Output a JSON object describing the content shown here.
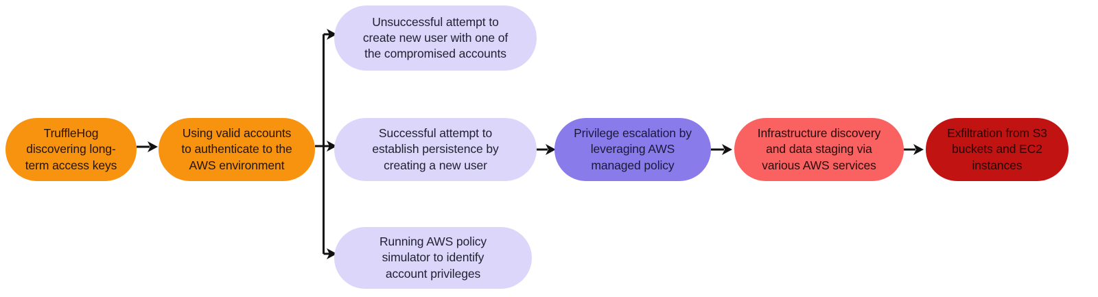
{
  "diagram": {
    "type": "attack-chain-flow",
    "title": "",
    "orientation": "left-to-right",
    "background_color": "#FFFFFF",
    "palette": {
      "orange": "#F7930E",
      "lavender": "#DCD6FB",
      "violet": "#8A7BEB",
      "salmon": "#FA6161",
      "dark_red": "#C21313",
      "arrow": "#111111"
    },
    "nodes": [
      {
        "id": "trufflehog",
        "label": "TruffleHog\ndiscovering long-\nterm access keys",
        "color": "#F7930E",
        "stage": 1
      },
      {
        "id": "valid-accounts",
        "label": "Using valid accounts\nto authenticate to the\nAWS environment",
        "color": "#F7930E",
        "stage": 2
      },
      {
        "id": "unsuccessful-user",
        "label": "Unsuccessful attempt to\ncreate new user with one of\nthe compromised accounts",
        "color": "#DCD6FB",
        "stage": 3,
        "branch": "top"
      },
      {
        "id": "successful-persistence",
        "label": "Successful attempt to\nestablish persistence by\ncreating a new user",
        "color": "#DCD6FB",
        "stage": 3,
        "branch": "middle"
      },
      {
        "id": "policy-simulator",
        "label": "Running AWS policy\nsimulator to identify\naccount privileges",
        "color": "#DCD6FB",
        "stage": 3,
        "branch": "bottom"
      },
      {
        "id": "privilege-escalation",
        "label": "Privilege escalation by\nleveraging AWS\nmanaged policy",
        "color": "#8A7BEB",
        "stage": 4
      },
      {
        "id": "infrastructure-discovery",
        "label": "Infrastructure discovery\nand data staging via\nvarious AWS services",
        "color": "#FA6161",
        "stage": 5
      },
      {
        "id": "exfiltration",
        "label": "Exfiltration from S3\nbuckets and EC2\ninstances",
        "color": "#C21313",
        "stage": 6
      }
    ],
    "edges": [
      {
        "id": "e1",
        "from": "trufflehog",
        "to": "valid-accounts",
        "style": "straight-arrow"
      },
      {
        "id": "e2",
        "from": "valid-accounts",
        "to": "unsuccessful-user",
        "style": "branch-arrow"
      },
      {
        "id": "e3",
        "from": "valid-accounts",
        "to": "successful-persistence",
        "style": "straight-arrow"
      },
      {
        "id": "e4",
        "from": "valid-accounts",
        "to": "policy-simulator",
        "style": "branch-arrow"
      },
      {
        "id": "e5",
        "from": "successful-persistence",
        "to": "privilege-escalation",
        "style": "straight-arrow"
      },
      {
        "id": "e6",
        "from": "privilege-escalation",
        "to": "infrastructure-discovery",
        "style": "straight-arrow"
      },
      {
        "id": "e7",
        "from": "infrastructure-discovery",
        "to": "exfiltration",
        "style": "straight-arrow"
      }
    ]
  }
}
